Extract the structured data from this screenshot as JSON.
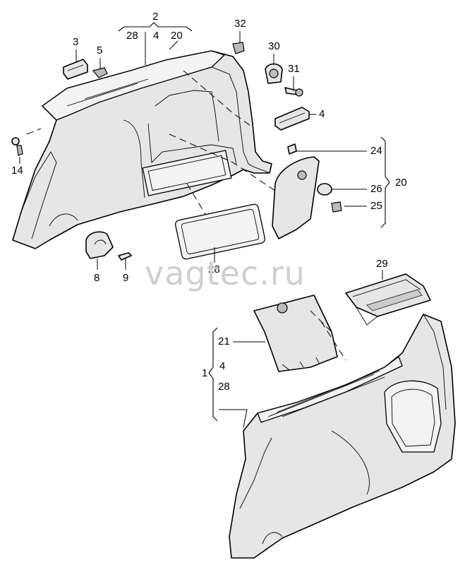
{
  "watermark": "vagtec.ru",
  "callouts": {
    "c2": "2",
    "c28_top": "28",
    "c4_top": "4",
    "c20_top": "20",
    "c3": "3",
    "c5": "5",
    "c32": "32",
    "c30": "30",
    "c31": "31",
    "c4_right": "4",
    "c14": "14",
    "c24": "24",
    "c20_right": "20",
    "c26": "26",
    "c25": "25",
    "c8": "8",
    "c9": "9",
    "c28_mid": "28",
    "c29": "29",
    "c21": "21",
    "c1": "1",
    "c4_left": "4",
    "c28_left": "28"
  }
}
